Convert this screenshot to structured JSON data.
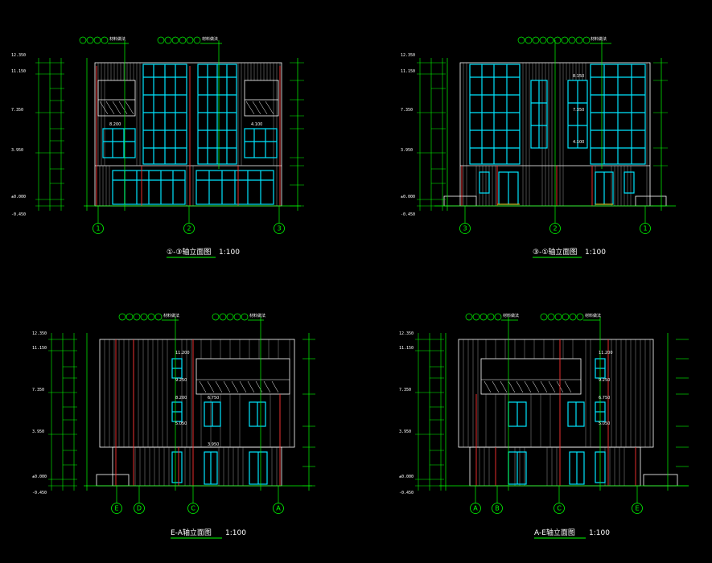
{
  "colors": {
    "background": "#000000",
    "outline": "#ffffff",
    "glass": "#00e5ff",
    "dimension": "#00ff00",
    "column": "#ff3030",
    "accent": "#ffcc00"
  },
  "views": [
    {
      "id": "view-1",
      "title": "①-③轴立面图",
      "scale": "1:100",
      "axes": [
        "1",
        "2",
        "3"
      ],
      "levels": [
        "12.350",
        "11.150",
        "7.350",
        "3.950",
        "±0.000",
        "-0.450"
      ],
      "spot_elevations": [
        "8.200",
        "4.100"
      ],
      "leader_tags": [
        "材料做法",
        "材料做法"
      ]
    },
    {
      "id": "view-2",
      "title": "③-①轴立面图",
      "scale": "1:100",
      "axes": [
        "3",
        "2",
        "1"
      ],
      "levels": [
        "12.350",
        "11.150",
        "7.350",
        "3.950",
        "±0.000",
        "-0.450"
      ],
      "spot_elevations": [
        "8.150",
        "7.350",
        "4.100"
      ],
      "leader_tags": [
        "材料做法"
      ]
    },
    {
      "id": "view-3",
      "title": "E-A轴立面图",
      "scale": "1:100",
      "axes": [
        "E",
        "D",
        "C",
        "A"
      ],
      "levels": [
        "12.350",
        "11.150",
        "7.350",
        "3.950",
        "±0.000",
        "-0.450"
      ],
      "spot_elevations": [
        "11.200",
        "9.250",
        "8.200",
        "6.750",
        "5.050",
        "3.950"
      ],
      "leader_tags": [
        "材料做法",
        "材料做法"
      ]
    },
    {
      "id": "view-4",
      "title": "A-E轴立面图",
      "scale": "1:100",
      "axes": [
        "A",
        "B",
        "C",
        "E"
      ],
      "levels": [
        "12.350",
        "11.150",
        "7.350",
        "3.950",
        "±0.000",
        "-0.450"
      ],
      "spot_elevations": [
        "11.200",
        "9.250",
        "6.750",
        "5.050"
      ],
      "leader_tags": [
        "材料做法",
        "材料做法"
      ]
    }
  ]
}
